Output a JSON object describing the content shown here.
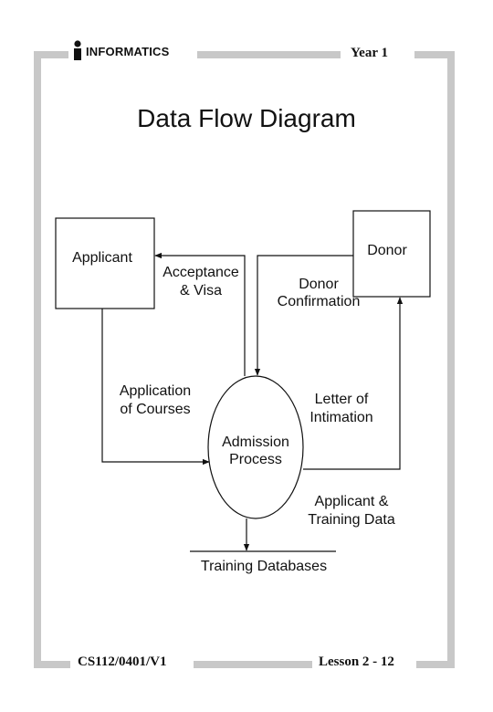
{
  "header": {
    "logo_text": "INFORMATICS",
    "year": "Year 1"
  },
  "title": "Data Flow Diagram",
  "diagram": {
    "entities": {
      "applicant": "Applicant",
      "donor": "Donor"
    },
    "process": [
      "Admission",
      "Process"
    ],
    "datastore": "Training Databases",
    "flows": {
      "acceptance": [
        "Acceptance",
        "& Visa"
      ],
      "donor_confirmation": [
        "Donor",
        "Confirmation"
      ],
      "application": [
        "Application",
        "of Courses"
      ],
      "intimation": [
        "Letter of",
        "Intimation"
      ],
      "training_data": [
        "Applicant &",
        "Training Data"
      ]
    }
  },
  "footer": {
    "code": "CS112/0401/V1",
    "lesson": "Lesson 2 - 12"
  },
  "colors": {
    "frame": "#c8c8c8",
    "ink": "#111111"
  }
}
